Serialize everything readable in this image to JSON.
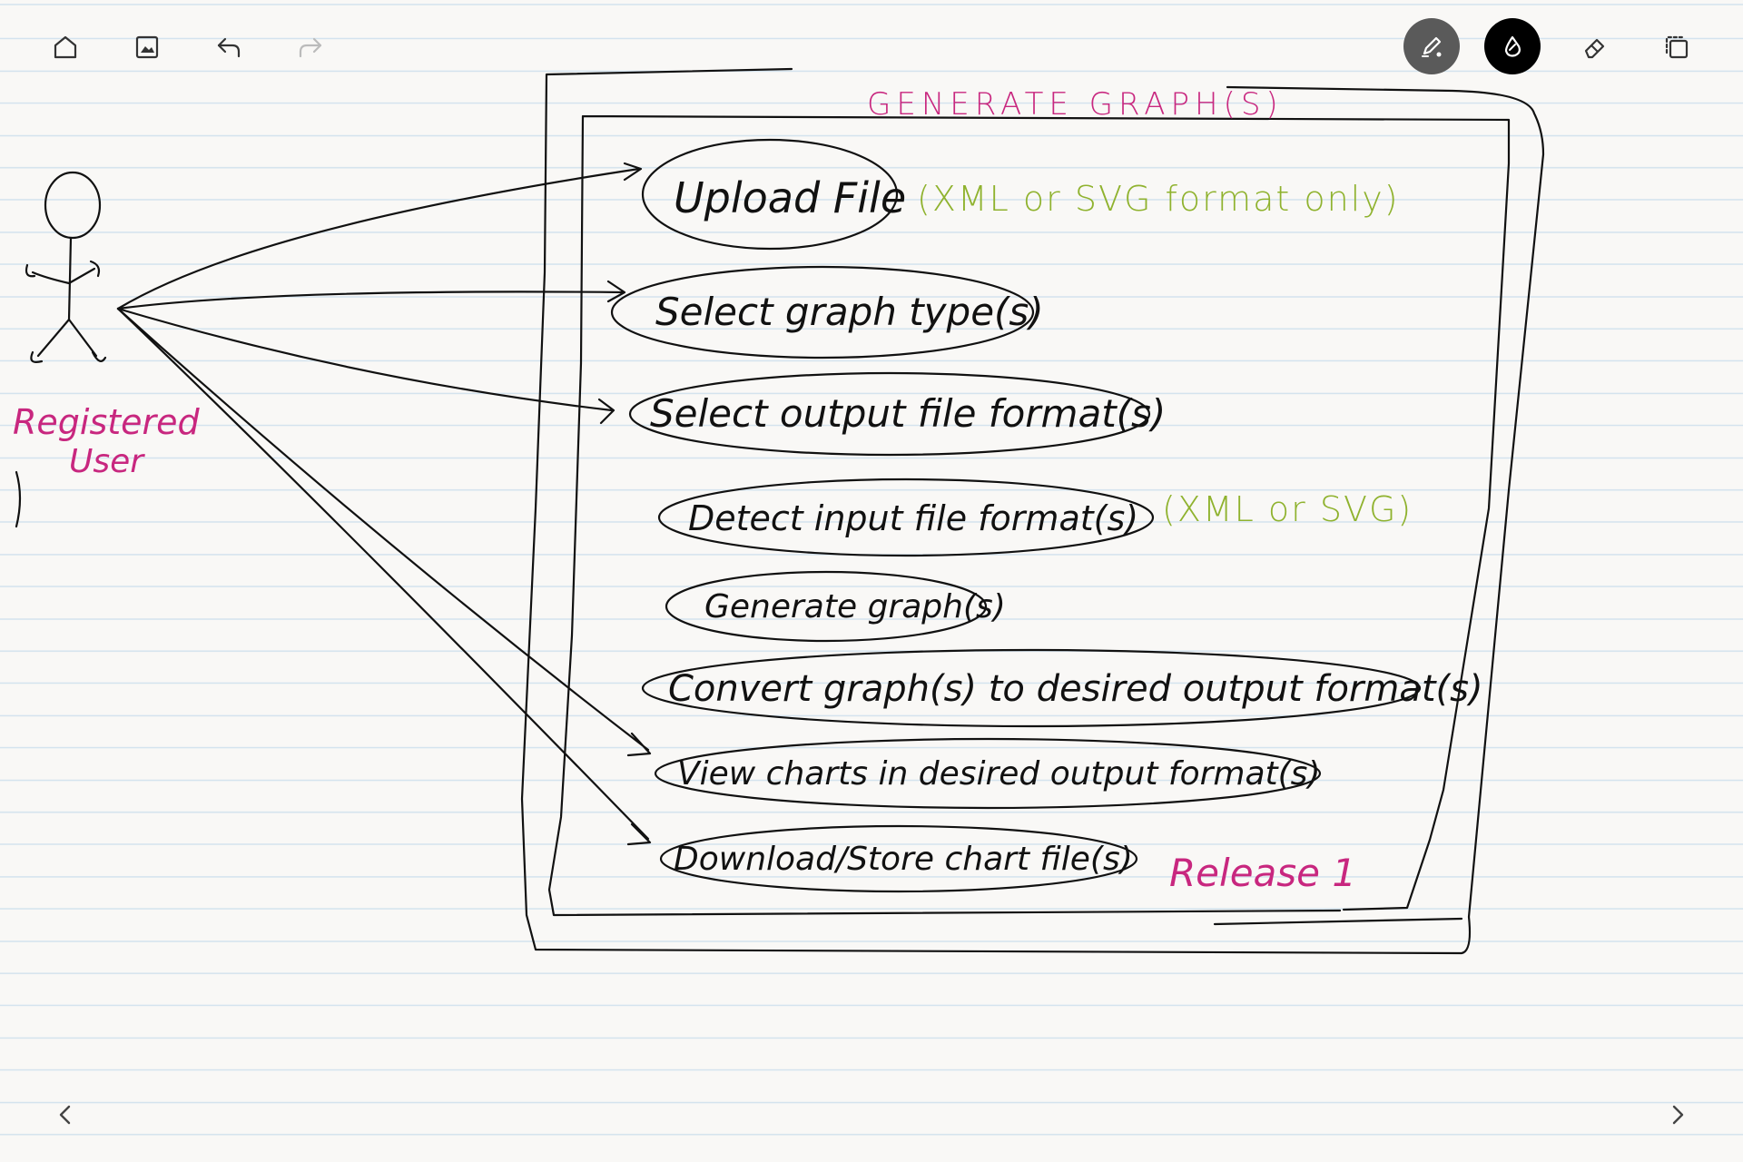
{
  "toolbar": {
    "home_icon": "home-icon",
    "image_icon": "image-icon",
    "undo_icon": "undo-icon",
    "redo_icon": "redo-icon",
    "pen_icon": "pen-icon",
    "ink_icon": "ink-drop-icon",
    "eraser_icon": "eraser-icon",
    "lasso_icon": "lasso-select-icon",
    "active_tool_color": "#000000",
    "pen_bg_color": "#5a5a5a"
  },
  "navigation": {
    "prev_icon": "chevron-left-icon",
    "next_icon": "chevron-right-icon"
  },
  "diagram": {
    "system_title": "GENERATE GRAPH(S)",
    "actor_label_line1": "Registered",
    "actor_label_line2": "User",
    "use_cases": [
      "Upload File",
      "Select graph type(s)",
      "Select output file format(s)",
      "Detect input file format(s)",
      "Generate graph(s)",
      "Convert graph(s) to desired output format(s)",
      "View charts in desired output format(s)",
      "Download/Store chart file(s)"
    ],
    "notes": {
      "upload_note": "(XML or SVG format only)",
      "detect_note": "(XML or SVG)",
      "release_note": "Release 1"
    },
    "colors": {
      "ink": "#111111",
      "title": "#c8277f",
      "note": "#8fb22e",
      "actor_label": "#c8277f",
      "release": "#c8277f"
    }
  }
}
